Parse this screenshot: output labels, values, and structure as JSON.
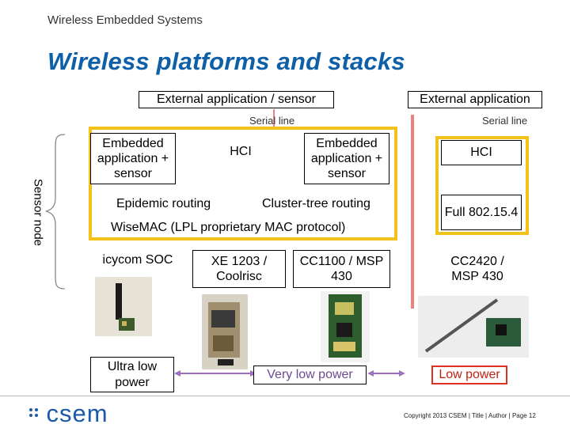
{
  "header": {
    "top_text": "Wireless Embedded Systems",
    "title": "Wireless platforms and stacks"
  },
  "side": {
    "label": "Sensor node"
  },
  "left": {
    "ext_app": "External application / sensor",
    "serial": "Serial line",
    "emb1": "Embedded application + sensor",
    "hci": "HCI",
    "emb2": "Embedded application + sensor",
    "epidemic": "Epidemic routing",
    "cluster": "Cluster-tree routing",
    "wisemac": "WiseMAC (LPL proprietary MAC protocol)",
    "hw1": "icycom SOC",
    "hw2": "XE 1203 / Coolrisc",
    "hw3": "CC1100 / MSP 430",
    "ultra": "Ultra low power",
    "verylow": "Very low power"
  },
  "right": {
    "ext_app": "External application",
    "serial": "Serial line",
    "hci": "HCI",
    "full": "Full 802.15.4",
    "hw": "CC2420 / MSP 430",
    "low": "Low power"
  },
  "footer": {
    "logo": "csem",
    "copyright": "Copyright 2013 CSEM | Title | Author | Page 12"
  },
  "colors": {
    "title": "#0d5fa8",
    "highlight": "#f2c21b",
    "red_bar": "#f08080",
    "arrow": "#a070c0"
  }
}
